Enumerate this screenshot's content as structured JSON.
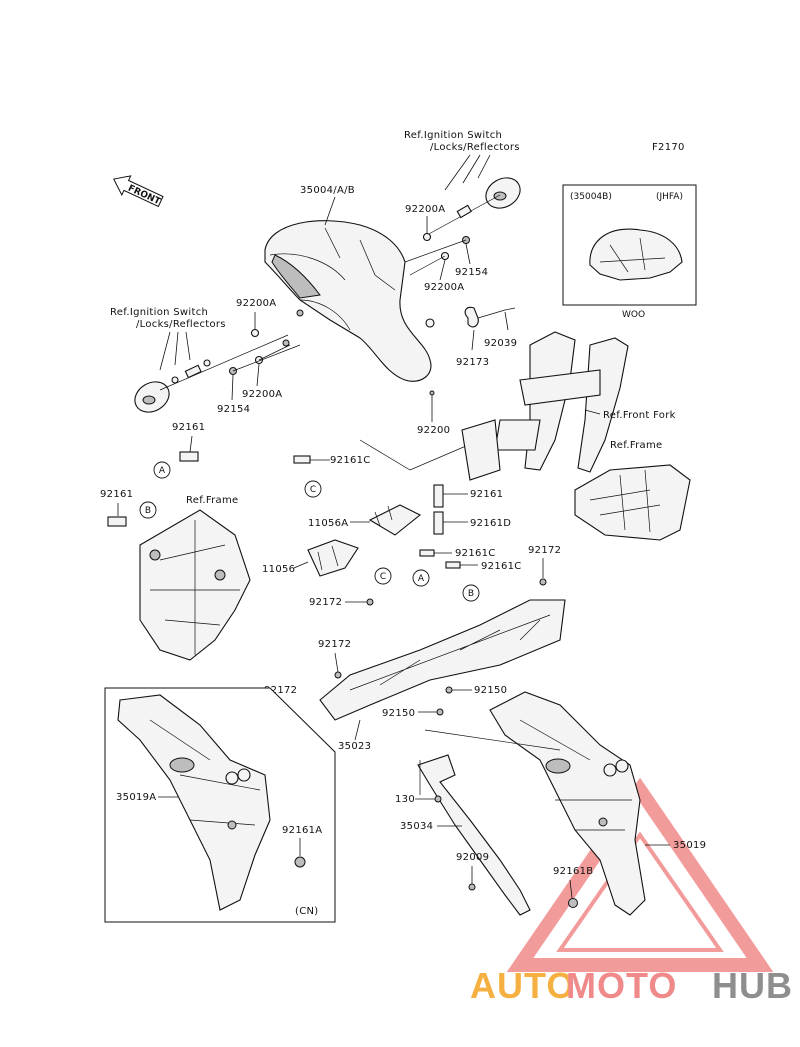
{
  "diagram_code": "F2170",
  "front_arrow": "FRONT",
  "inset_top": {
    "variant": "(35004B)",
    "market": "(JHFA)",
    "note": "WOO"
  },
  "inset_bottom": {
    "market": "(CN)"
  },
  "callouts": {
    "ref_ignition_top_1": "Ref.Ignition Switch",
    "ref_ignition_top_2": "/Locks/Reflectors",
    "ref_ignition_left_1": "Ref.Ignition Switch",
    "ref_ignition_left_2": "/Locks/Reflectors",
    "ref_front_fork": "Ref.Front Fork",
    "ref_frame_right": "Ref.Frame",
    "ref_frame_left": "Ref.Frame"
  },
  "parts": {
    "p35004": "35004/A/B",
    "p92200A_top": "92200A",
    "p92154_top": "92154",
    "p92200A_mid": "92200A",
    "p92173": "92173",
    "p92039": "92039",
    "p92200": "92200",
    "p92200A_left": "92200A",
    "p92154_left": "92154",
    "p92200A_left2": "92200A",
    "p92161_left": "92161",
    "p92161_b": "92161",
    "p92161C_1": "92161C",
    "p92161_mid": "92161",
    "p11056A": "11056A",
    "p92161D": "92161D",
    "p11056": "11056",
    "p92161C_2": "92161C",
    "p92161C_3": "92161C",
    "p92172_1": "92172",
    "p92172_2": "92172",
    "p92172_3": "92172",
    "p92172_4": "92172",
    "p92150_1": "92150",
    "p92150_2": "92150",
    "p35023": "35023",
    "p35019A": "35019A",
    "p92161A": "92161A",
    "p130": "130",
    "p35034": "35034",
    "p92009": "92009",
    "p92161B": "92161B",
    "p35019": "35019"
  },
  "ref_tags": {
    "a1": "A",
    "b1": "B",
    "c1": "C",
    "c2": "C",
    "a2": "A",
    "b2": "B"
  },
  "watermark": {
    "part1": "AUTO",
    "part2": "MOTO",
    "part3": "HUB"
  }
}
